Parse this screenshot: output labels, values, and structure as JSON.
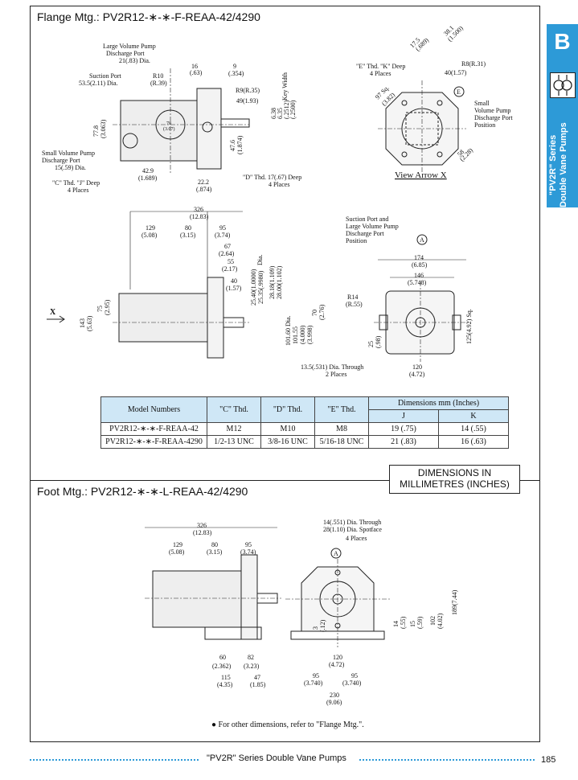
{
  "section_tab": {
    "letter": "B",
    "series": "\"PV2R\" Series",
    "subtitle": "Double Vane Pumps"
  },
  "flange": {
    "title": "Flange Mtg.: PV2R12-∗-∗-F-REAA-42/4290",
    "labels": {
      "large_port": "Large Volume Pump",
      "large_port2": "Discharge Port",
      "large_port_dia": "21(.83) Dia.",
      "suction": "Suction Port",
      "suction_dia": "53.5(2.11) Dia.",
      "r10": "R10",
      "r10b": "(R.39)",
      "d16": "16",
      "d16b": "(.63)",
      "d9": "9",
      "d9b": "(.354)",
      "r9": "R9(R.35)",
      "d49": "49(1.93)",
      "keyw": "Key Width",
      "k638": "6.38",
      "k635": "6.35",
      "k2512": "(.2512)",
      "k2500": "(.2500)",
      "d77": "77.8",
      "d77b": "(3.063)",
      "small_port": "Small Volume Pump",
      "small_port2": "Discharge Port",
      "small_port_dia": "15(.59) Dia.",
      "cj": "\"C\" Thd. \"J\" Deep",
      "places4": "4 Places",
      "d429": "42.9",
      "d429b": "(1.689)",
      "d222": "22.2",
      "d222b": "(.874)",
      "d476": "47.6",
      "d476b": "(1.874)",
      "dthd": "\"D\" Thd. 17(.67) Deep",
      "d78": "78",
      "d78b": "(3.07)",
      "ek": "\"E\" Thd. \"K\" Deep",
      "d175": "17.5",
      "d175b": "(.689)",
      "d381": "38.1",
      "d381b": "(1.500)",
      "r8": "R8(R.31)",
      "d40": "40(1.57)",
      "d97": "97 Sq.",
      "d97b": "(3.82)",
      "small2": "Small",
      "small2b": "Volume Pump",
      "small2c": "Discharge Port",
      "small2d": "Position",
      "d58": "58",
      "d58b": "(2.28)",
      "view": "View Arrow X",
      "E": "E",
      "d326": "326",
      "d326b": "(12.83)",
      "d129": "129",
      "d129b": "(5.08)",
      "d80": "80",
      "d80b": "(3.15)",
      "d95": "95",
      "d95b": "(3.74)",
      "d67": "67",
      "d67b": "(2.64)",
      "d55": "55",
      "d55b": "(2.17)",
      "d40s": "40",
      "d40sb": "(1.57)",
      "dia": "Dia.",
      "s1": "25.40(1.0000)",
      "s2": "25.35(.9980)",
      "s3": "28.18(1.109)",
      "s4": "28.00(1.102)",
      "s5": "101.60 Dia.",
      "s6": "101.55",
      "s7": "(4.000)",
      "s8": "(3.998)",
      "d70": "70",
      "d70b": "(2.76)",
      "x": "X",
      "d143": "143",
      "d143b": "(5.63)",
      "d75": "75",
      "d75b": "(2.95)",
      "suct2": "Suction Port and",
      "suct2b": "Large Volume Pump",
      "suct2c": "Discharge Port",
      "suct2d": "Position",
      "A": "A",
      "d174": "174",
      "d174b": "(6.85)",
      "d146": "146",
      "d146b": "(5.748)",
      "r14": "R14",
      "r14b": "(R.55)",
      "d125": "125(4.92) Sq.",
      "d25": "25",
      "d25b": "(.98)",
      "d135": "13.5(.531) Dia. Through",
      "places2": "2 Places",
      "d120": "120",
      "d120b": "(4.72)"
    },
    "table": {
      "col_model": "Model Numbers",
      "col_c": "\"C\" Thd.",
      "col_d": "\"D\" Thd.",
      "col_e": "\"E\" Thd.",
      "col_dims": "Dimensions   mm (Inches)",
      "col_j": "J",
      "col_k": "K",
      "rows": [
        {
          "model": "PV2R12-∗-∗-F-REAA-42",
          "c": "M12",
          "d": "M10",
          "e": "M8",
          "j": "19 (.75)",
          "k": "14 (.55)"
        },
        {
          "model": "PV2R12-∗-∗-F-REAA-4290",
          "c": "1/2-13 UNC",
          "d": "3/8-16 UNC",
          "e": "5/16-18 UNC",
          "j": "21 (.83)",
          "k": "16 (.63)"
        }
      ]
    }
  },
  "dim_box": {
    "line1": "DIMENSIONS IN",
    "line2": "MILLIMETRES (INCHES)"
  },
  "foot": {
    "title": "Foot Mtg.: PV2R12-∗-∗-L-REAA-42/4290",
    "labels": {
      "d326": "326",
      "d326b": "(12.83)",
      "d129": "129",
      "d129b": "(5.08)",
      "d80": "80",
      "d80b": "(3.15)",
      "d95": "95",
      "d95b": "(3.74)",
      "d60": "60",
      "d60b": "(2.362)",
      "d82": "82",
      "d82b": "(3.23)",
      "d115": "115",
      "d115b": "(4.35)",
      "d47": "47",
      "d47b": "(1.85)",
      "hole": "14(.551) Dia. Through",
      "hole2": "28(1.10) Dia. Spotface",
      "places4": "4 Places",
      "A": "A",
      "d3": "3",
      "d3b": "(.12)",
      "d14": "14",
      "d14b": "(.55)",
      "d15": "15",
      "d15b": "(.59)",
      "d102": "102",
      "d102b": "(4.02)",
      "d189": "189(7.44)",
      "d120": "120",
      "d120b": "(4.72)",
      "d95a": "95",
      "d95ab": "(3.740)",
      "d95c": "95",
      "d95cb": "(3.740)",
      "d230": "230",
      "d230b": "(9.06)"
    }
  },
  "note": "● For other dimensions, refer to \"Flange Mtg.\".",
  "footer": {
    "text": "\"PV2R\" Series Double Vane Pumps",
    "page": "185"
  }
}
